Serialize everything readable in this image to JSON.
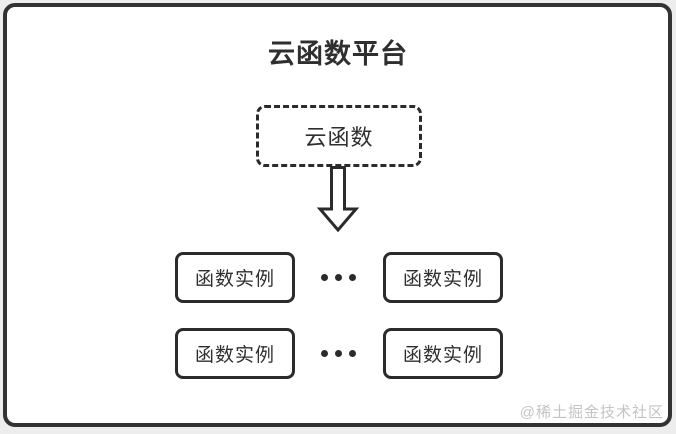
{
  "diagram": {
    "title": "云函数平台",
    "cloud_function": {
      "label": "云函数"
    },
    "rows": [
      {
        "left": "函数实例",
        "right": "函数实例"
      },
      {
        "left": "函数实例",
        "right": "函数实例"
      }
    ],
    "ellipsis": "•••",
    "watermark": "@稀土掘金技术社区",
    "colors": {
      "line": "#2b2b2b",
      "frame_border": "#333333",
      "text": "#2f2f2f",
      "background": "#ffffff",
      "outer_background": "#ededed",
      "watermark": "#c4c4c4"
    }
  }
}
